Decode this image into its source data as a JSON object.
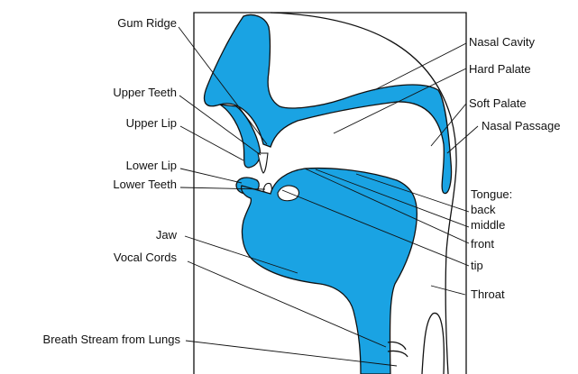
{
  "labels": {
    "gum_ridge": "Gum Ridge",
    "upper_teeth": "Upper Teeth",
    "upper_lip": "Upper Lip",
    "lower_lip": "Lower Lip",
    "lower_teeth": "Lower Teeth",
    "jaw": "Jaw",
    "vocal_cords": "Vocal Cords",
    "breath_stream": "Breath Stream from Lungs",
    "nasal_cavity": "Nasal Cavity",
    "hard_palate": "Hard Palate",
    "soft_palate": "Soft Palate",
    "nasal_passage": "Nasal Passage",
    "tongue": "Tongue:",
    "tongue_back": "back",
    "tongue_middle": "middle",
    "tongue_front": "front",
    "tongue_tip": "tip",
    "throat": "Throat"
  },
  "colors": {
    "tissue": "#1aa3e3",
    "line": "#111111",
    "background": "#ffffff"
  }
}
